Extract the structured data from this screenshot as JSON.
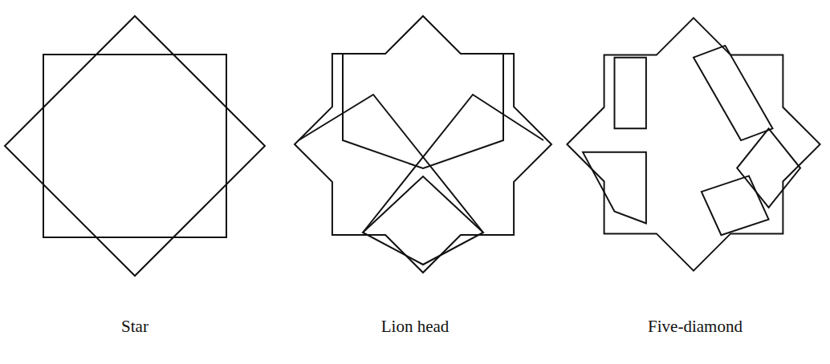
{
  "diagram": {
    "labels": [
      "Star",
      "Lion head",
      "Five-diamond"
    ]
  }
}
